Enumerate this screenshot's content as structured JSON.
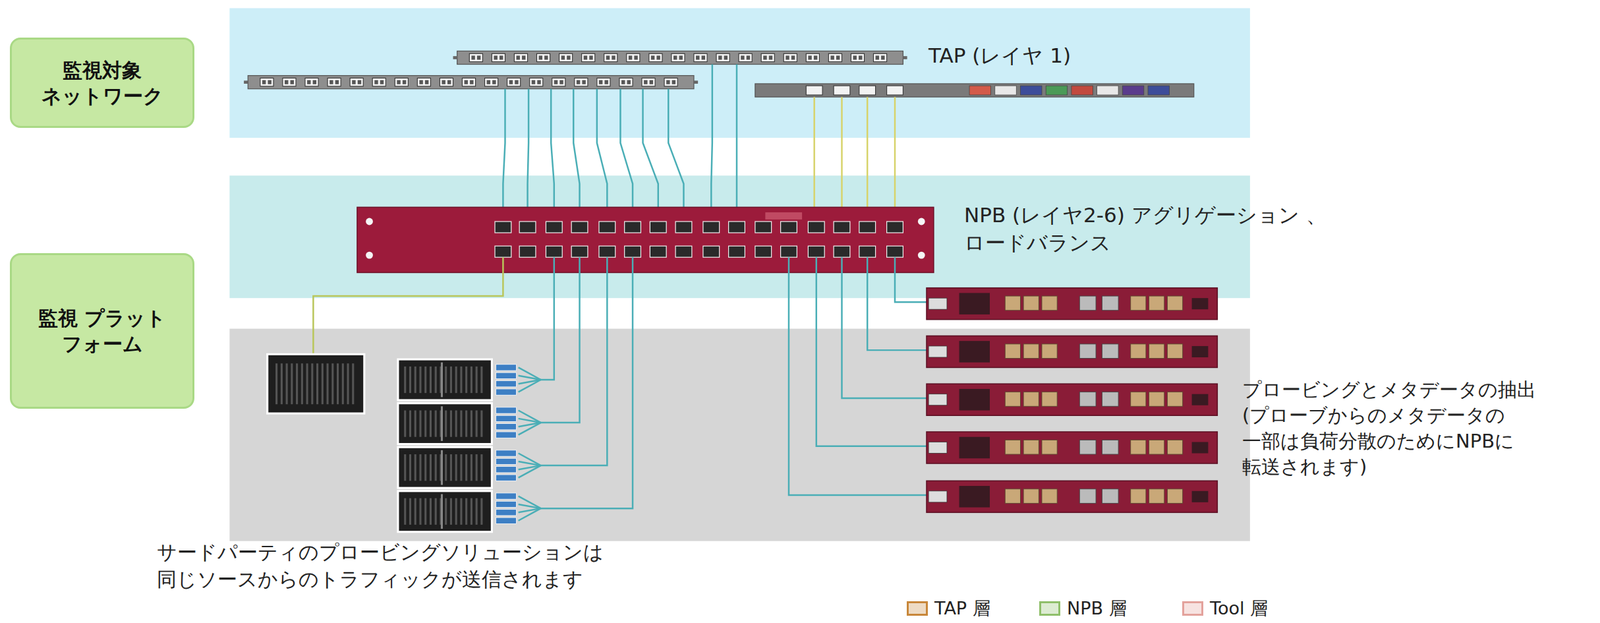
{
  "diagram": {
    "nodes": [
      {
        "text": [
          "監視対象 ネットワーク"
        ]
      },
      {
        "text": [
          "監視 プラット フォーム"
        ]
      }
    ],
    "labels": [
      "TAP (レイヤ 1)",
      "NPB (レイヤ2-6) アグリゲーション 、ロードバランス",
      "プロービングとメタデータの抽出 (プローブからのメタデータの 一部は負荷分散のためにNPBに 転送されます)",
      "サードパーティのプロービングソリューションは 同じソースからのトラフィックが送信されます"
    ],
    "legend": [
      {
        "text": "TAP 層",
        "color": "#c8873a"
      },
      {
        "text": "NPB 層",
        "color": "#8fbf6a"
      },
      {
        "text": "Tool 層",
        "color": "#e3a29c"
      }
    ]
  }
}
